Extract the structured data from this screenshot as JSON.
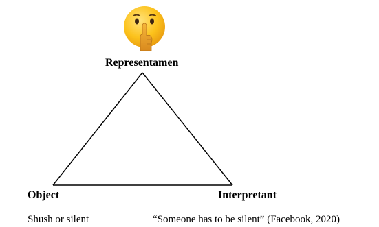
{
  "diagram": {
    "icon": "shushing-face-icon",
    "vertices": {
      "top": "Representamen",
      "left": "Object",
      "right": "Interpretant"
    },
    "descriptions": {
      "object": "Shush or silent",
      "interpretant": "“Someone has to be silent” (Facebook, 2020)"
    },
    "colors": {
      "line": "#000000",
      "emoji_face": "#FCC21B",
      "emoji_hand": "#E8A22B"
    }
  }
}
